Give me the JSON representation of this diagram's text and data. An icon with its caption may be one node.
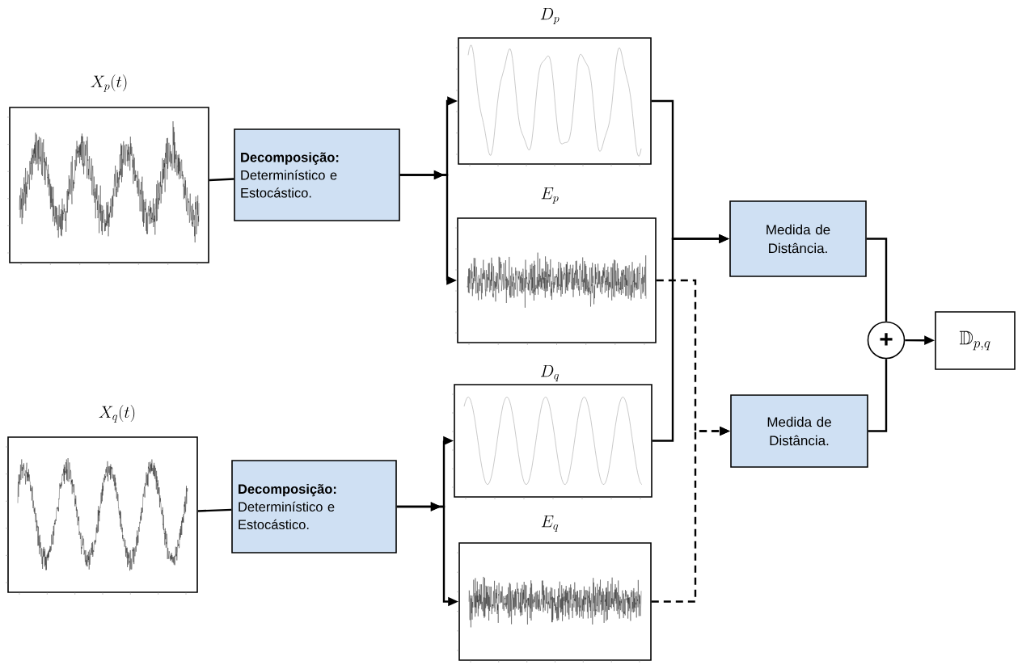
{
  "diagram": {
    "nodes": [
      {
        "text": [
          "X_p(t)"
        ]
      },
      {
        "text": [
          "**Decomposição:** Determinístico e Estocástico."
        ]
      },
      {
        "text": [
          "D_p"
        ]
      },
      {
        "text": [
          "E_p"
        ]
      },
      {
        "text": [
          "X_q(t)"
        ]
      },
      {
        "text": [
          "**Decomposição:** Determinístico e Estocástico."
        ]
      },
      {
        "text": [
          "D_q"
        ]
      },
      {
        "text": [
          "E_q"
        ]
      },
      {
        "text": [
          "Medida de Distância."
        ]
      },
      {
        "text": [
          "Medida de Distância."
        ]
      },
      {
        "text": [
          "+"
        ]
      },
      {
        "text": [
          "\\mathbb{D}_{p,q}"
        ]
      }
    ],
    "edges": [
      {
        "from": 0,
        "to": 1,
        "arrow": "none"
      },
      {
        "from": 1,
        "to": 2,
        "arrow": "to"
      },
      {
        "from": 1,
        "to": 3,
        "arrow": "to"
      },
      {
        "from": 4,
        "to": 5,
        "arrow": "none"
      },
      {
        "from": 5,
        "to": 6,
        "arrow": "to"
      },
      {
        "from": 5,
        "to": 7,
        "arrow": "to"
      },
      {
        "from": 2,
        "to": 8,
        "arrow": "to"
      },
      {
        "from": 6,
        "to": 8,
        "arrow": "to"
      },
      {
        "from": 3,
        "to": 9,
        "arrow": "to",
        "style": "dashed"
      },
      {
        "from": 7,
        "to": 9,
        "arrow": "to",
        "style": "dashed"
      },
      {
        "from": 8,
        "to": 10,
        "arrow": "none"
      },
      {
        "from": 9,
        "to": 10,
        "arrow": "none"
      },
      {
        "from": 10,
        "to": 11,
        "arrow": "to"
      }
    ]
  }
}
